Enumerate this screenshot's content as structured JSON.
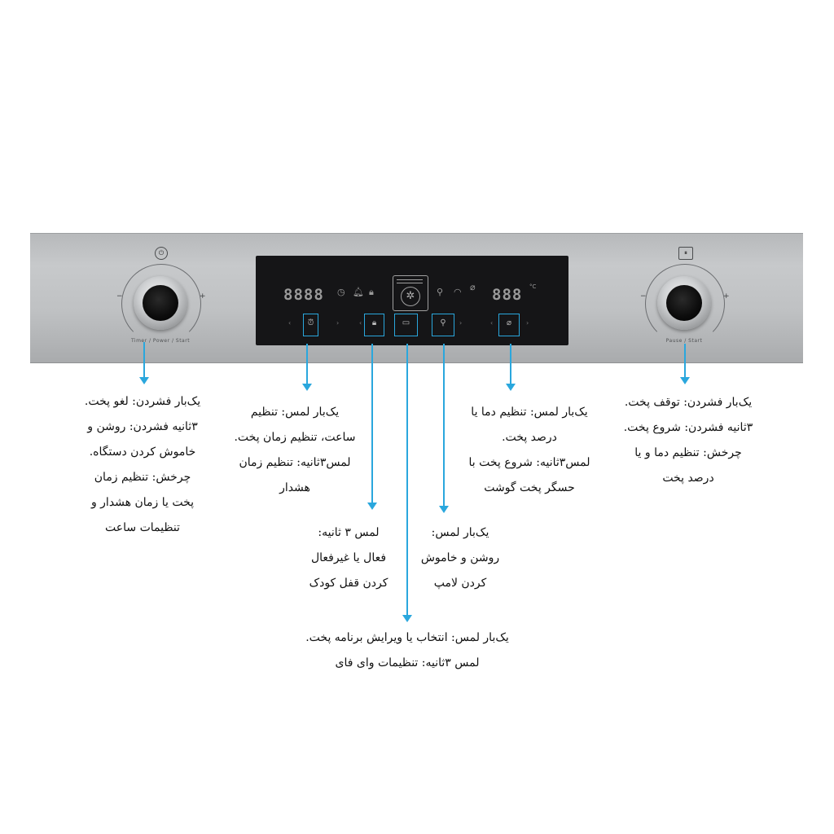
{
  "panel": {
    "left_knob": {
      "icon": "power-icon",
      "caption": "Timer / Power / Start",
      "minus": "−",
      "plus": "+"
    },
    "right_knob": {
      "icon": "pause-icon",
      "caption": "Pause / Start",
      "minus": "−",
      "plus": "+"
    },
    "display": {
      "left_digits": "8888",
      "right_digits": "888",
      "buttons": [
        {
          "name": "clock-button",
          "icon": "alarm-clock-icon"
        },
        {
          "name": "child-lock-button",
          "icon": "lock-icon"
        },
        {
          "name": "program-button",
          "icon": "oven-icon"
        },
        {
          "name": "lamp-button",
          "icon": "lamp-icon"
        },
        {
          "name": "temperature-button",
          "icon": "probe-icon"
        }
      ]
    },
    "accent_color": "#2aa7dd"
  },
  "annotations": {
    "left_knob": "یک‌بار فشردن: لغو پخت.\n۳ثانیه فشردن: روشن و\nخاموش کردن دستگاه.\nچرخش: تنظیم زمان\nپخت یا زمان هشدار و\nتنظیمات ساعت",
    "clock_button": "یک‌بار لمس: تنظیم\nساعت، تنظیم زمان پخت.\nلمس۳ثانیه: تنظیم زمان\nهشدار",
    "lock_button": "لمس ۳ ثانیه:\nفعال یا غیرفعال\nکردن قفل کودک",
    "program_button": "یک‌بار لمس: انتخاب یا ویرایش برنامه پخت.\nلمس ۳ثانیه: تنظیمات وای فای",
    "lamp_button": "یک‌بار لمس:\nروشن و خاموش\nکردن لامپ",
    "temperature_button": "یک‌بار لمس: تنظیم دما یا\nدرصد پخت.\nلمس۳ثانیه: شروع پخت با\nحسگر پخت گوشت",
    "right_knob": "یک‌بار فشردن: توقف پخت.\n۳ثانیه فشردن: شروع پخت.\nچرخش: تنظیم دما و یا\nدرصد پخت"
  }
}
